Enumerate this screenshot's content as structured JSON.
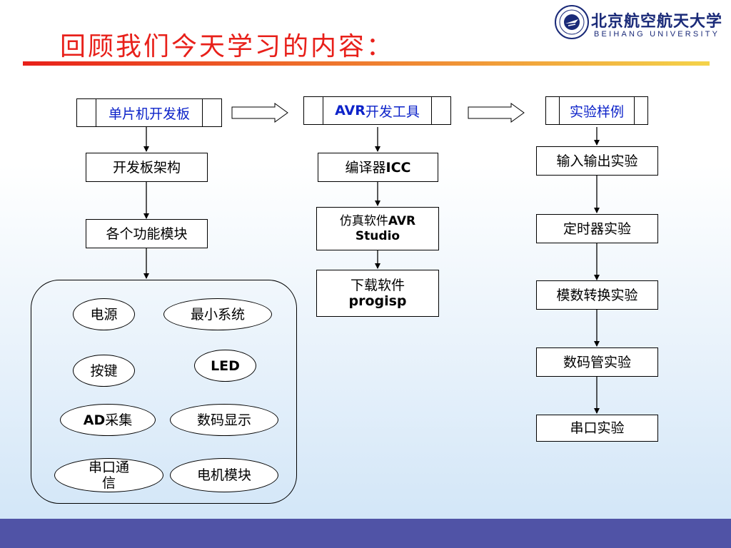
{
  "slide": {
    "title": "回顾我们今天学习的内容：",
    "logo": {
      "cn": "北京航空航天大学",
      "en": "BEIHANG  UNIVERSITY"
    }
  },
  "columns": [
    {
      "header": "单片机开发板",
      "items": [
        "开发板架构",
        "各个功能模块"
      ]
    },
    {
      "header_bold": "AVR",
      "header_rest": "开发工具",
      "items": [
        "编译器ICC",
        "仿真软件AVR Studio",
        "下载软件 progisp"
      ]
    },
    {
      "header": "实验样例",
      "items": [
        "输入输出实验",
        "定时器实验",
        "模数转换实验",
        "数码管实验",
        "串口实验"
      ]
    }
  ],
  "col2_items": {
    "icc_prefix": "编译器",
    "icc_bold": "ICC",
    "sim_prefix": "仿真软件",
    "sim_bold1": "AVR",
    "sim_bold2": "Studio",
    "dl_line1": "下载软件",
    "dl_bold": "progisp"
  },
  "modules": {
    "power": "电源",
    "min_system": "最小系统",
    "keys": "按键",
    "led": "LED",
    "ad_bold": "AD",
    "ad_rest": "采集",
    "digit_display": "数码显示",
    "serial_line1": "串口通",
    "serial_line2": "信",
    "motor": "电机模块"
  },
  "colors": {
    "title": "#e8201a",
    "header_text": "#0d23c9",
    "footer": "#5053a6"
  }
}
